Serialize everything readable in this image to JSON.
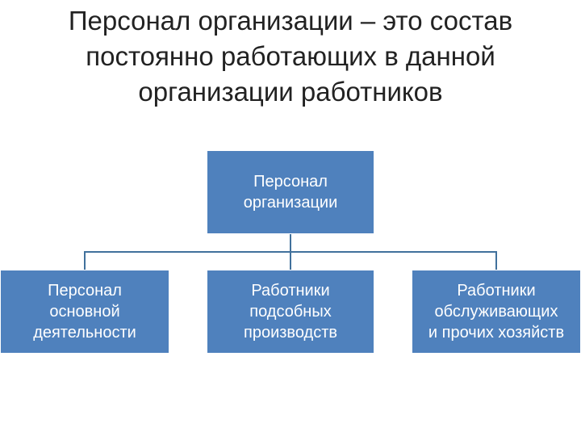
{
  "title": {
    "lines": [
      "Персонал организации – это состав",
      "постоянно работающих в данной",
      "организации работников"
    ]
  },
  "diagram": {
    "root": {
      "lines": [
        "Персонал",
        "организации"
      ]
    },
    "children": [
      {
        "lines": [
          "Персонал",
          "основной",
          "деятельности"
        ]
      },
      {
        "lines": [
          "Работники",
          "подсобных",
          "производств"
        ]
      },
      {
        "lines": [
          "Работники",
          "обслуживающих",
          "и прочих хозяйств"
        ]
      }
    ],
    "colors": {
      "node_fill": "#4f81bd",
      "node_text": "#ffffff",
      "connector": "#41719c"
    }
  }
}
